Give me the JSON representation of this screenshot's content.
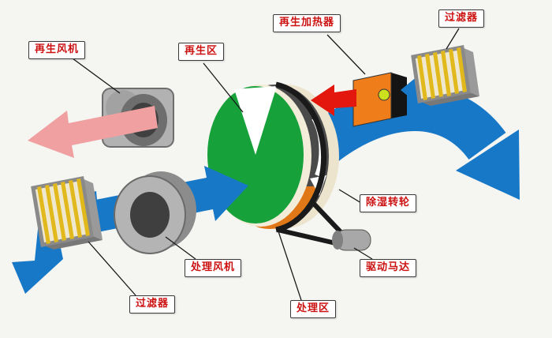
{
  "labels": {
    "regen_fan": "再生风机",
    "regen_zone": "再生区",
    "regen_heater": "再生加热器",
    "filter_top": "过滤器",
    "dehumid_wheel": "除湿转轮",
    "drive_motor": "驱动马达",
    "process_fan": "处理风机",
    "filter_bottom": "过滤器",
    "process_zone": "处理区"
  },
  "colors": {
    "process_air_blue": "#1878c8",
    "regen_exhaust_pink": "#f0a0a0",
    "hot_air_red": "#e3170d",
    "wheel_green": "#17a13a",
    "heater_orange": "#ef7d1a",
    "filter_yellow": "#e2b91c",
    "label_red": "#cc1111"
  }
}
